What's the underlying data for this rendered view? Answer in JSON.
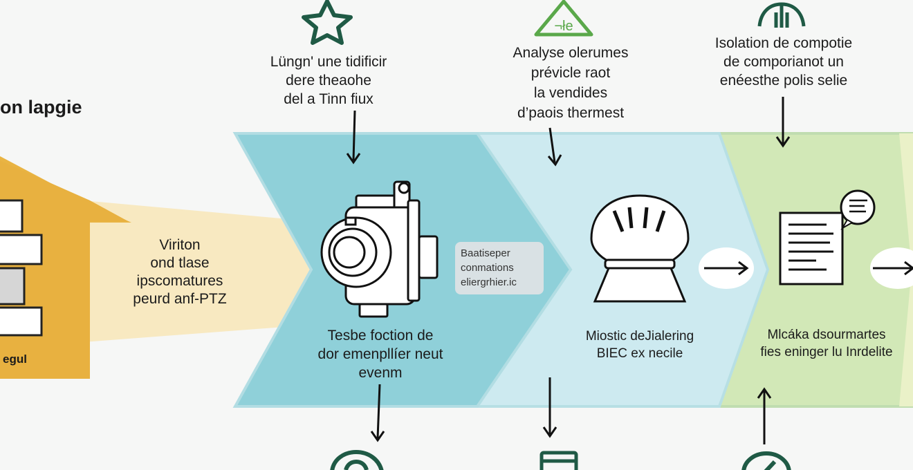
{
  "title": "on lapgie",
  "left_box_label": "egul",
  "input_label": [
    "Viriton",
    "ond tlase",
    "ipscomatures",
    "peurd anf-PTZ"
  ],
  "top_labels": [
    {
      "icon": "star-icon",
      "lines": [
        "Lüngn' une tidificir",
        "dere theaohe",
        "del a Tinn fiux"
      ]
    },
    {
      "icon": "warning-triangle-icon",
      "lines": [
        "Analyse olerumes",
        "prévicle raot",
        "la vendides",
        "d’paois thermest"
      ]
    },
    {
      "icon": "person-icon",
      "lines": [
        "Isolation de compotie",
        "de comporianot un",
        "enéesthe polis selie"
      ]
    }
  ],
  "stages": [
    {
      "icon": "pump-icon",
      "lines": [
        "Tesbe foction de",
        "dor emenpllíer neut",
        "evenm"
      ]
    },
    {
      "icon": "filter-cone-icon",
      "lines": [
        "Miostic deJialering",
        "BIEC ex necile"
      ]
    },
    {
      "icon": "document-report-icon",
      "lines": [
        "Mlcáka dsourmartes",
        "fies eninger lu Inrdelite"
      ]
    }
  ],
  "callout_bubble": [
    "Baatiseper",
    "conmations",
    "eliergrhier.ic"
  ],
  "bottom_icons": [
    "recycle-icon",
    "battery-icon",
    "gauge-icon"
  ],
  "colors": {
    "stage1": "#8fd0d9",
    "stage2": "#cdebf0",
    "stage3": "#cfe6b0",
    "band_border": "#b7dfe4",
    "house": "#e9b443",
    "funnel": "#f7e4b3",
    "green_icon": "#1f5a45",
    "triangle": "#5aa84a"
  }
}
